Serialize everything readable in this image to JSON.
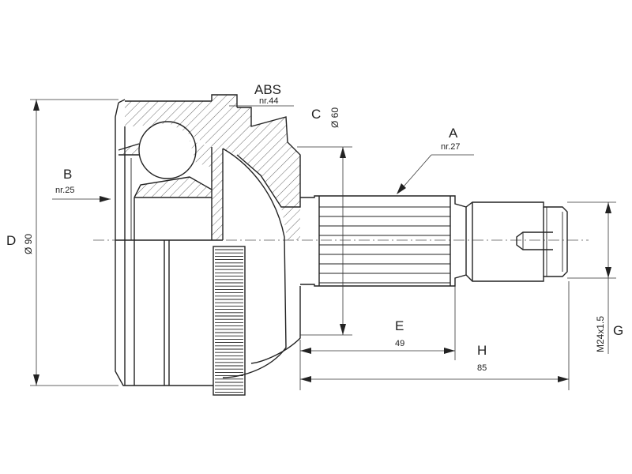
{
  "labels": {
    "abs": "ABS",
    "abs_nr": "nr.44",
    "a": "A",
    "a_nr": "nr.27",
    "b": "B",
    "b_nr": "nr.25",
    "c": "C",
    "c_value": "Ø 60",
    "d": "D",
    "d_value": "Ø 90",
    "e": "E",
    "e_value": "49",
    "h": "H",
    "h_value": "85",
    "g": "G",
    "g_value": "M24x1.5"
  }
}
